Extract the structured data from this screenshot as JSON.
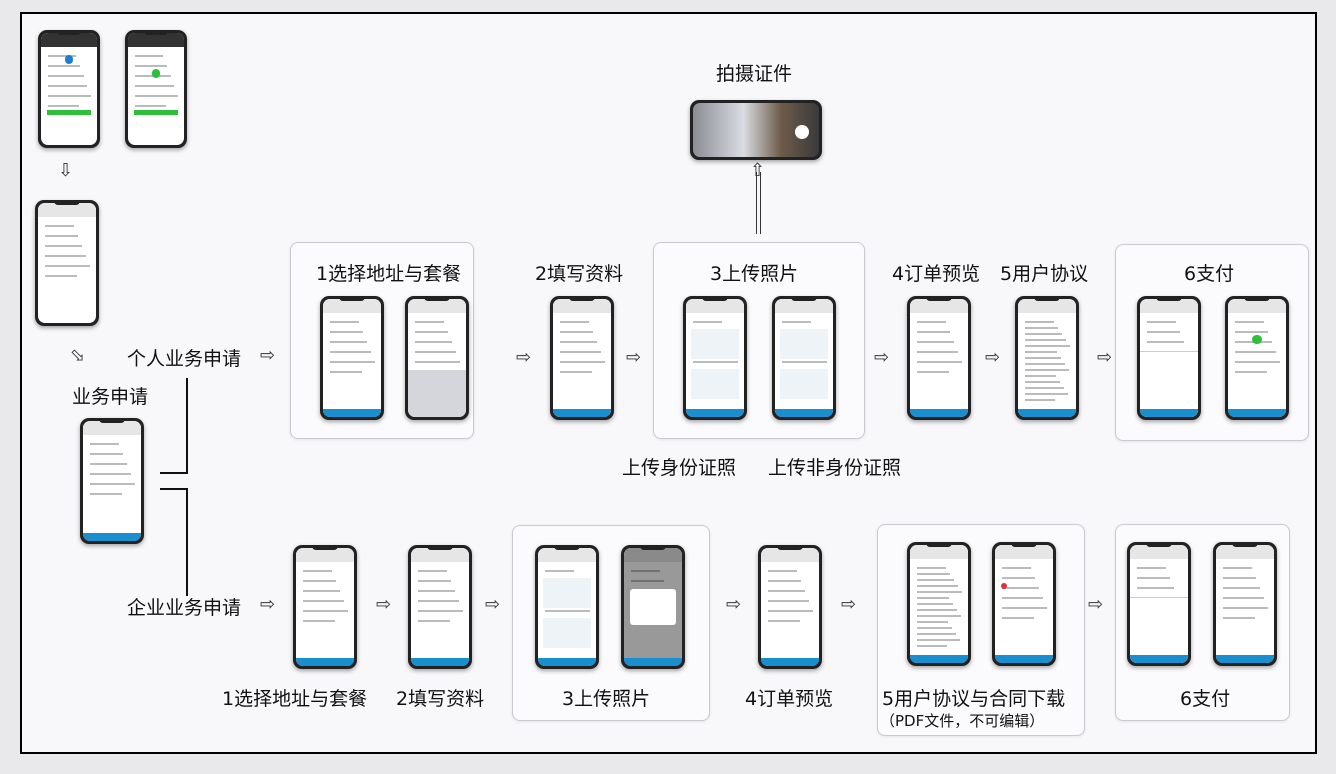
{
  "left": {
    "personal": "个人业务申请",
    "business_apply": "业务申请",
    "enterprise": "企业业务申请"
  },
  "personal_flow": {
    "step1": "1选择地址与套餐",
    "step2": "2填写资料",
    "step3": "3上传照片",
    "step3_sub1": "上传身份证照",
    "step3_sub2": "上传非身份证照",
    "capture": "拍摄证件",
    "step4": "4订单预览",
    "step5": "5用户协议",
    "step6": "6支付"
  },
  "enterprise_flow": {
    "step1": "1选择地址与套餐",
    "step2": "2填写资料",
    "step3": "3上传照片",
    "step4": "4订单预览",
    "step5": "5用户协议与合同下载",
    "step5_note": "（PDF文件，不可编辑）",
    "step6": "6支付"
  },
  "arrows": {
    "right": "⇨",
    "down": "⇩",
    "diag": "⬂",
    "up": "⇧"
  },
  "colors": {
    "accent": "#1a8fd0",
    "green": "#2fbf3a"
  }
}
